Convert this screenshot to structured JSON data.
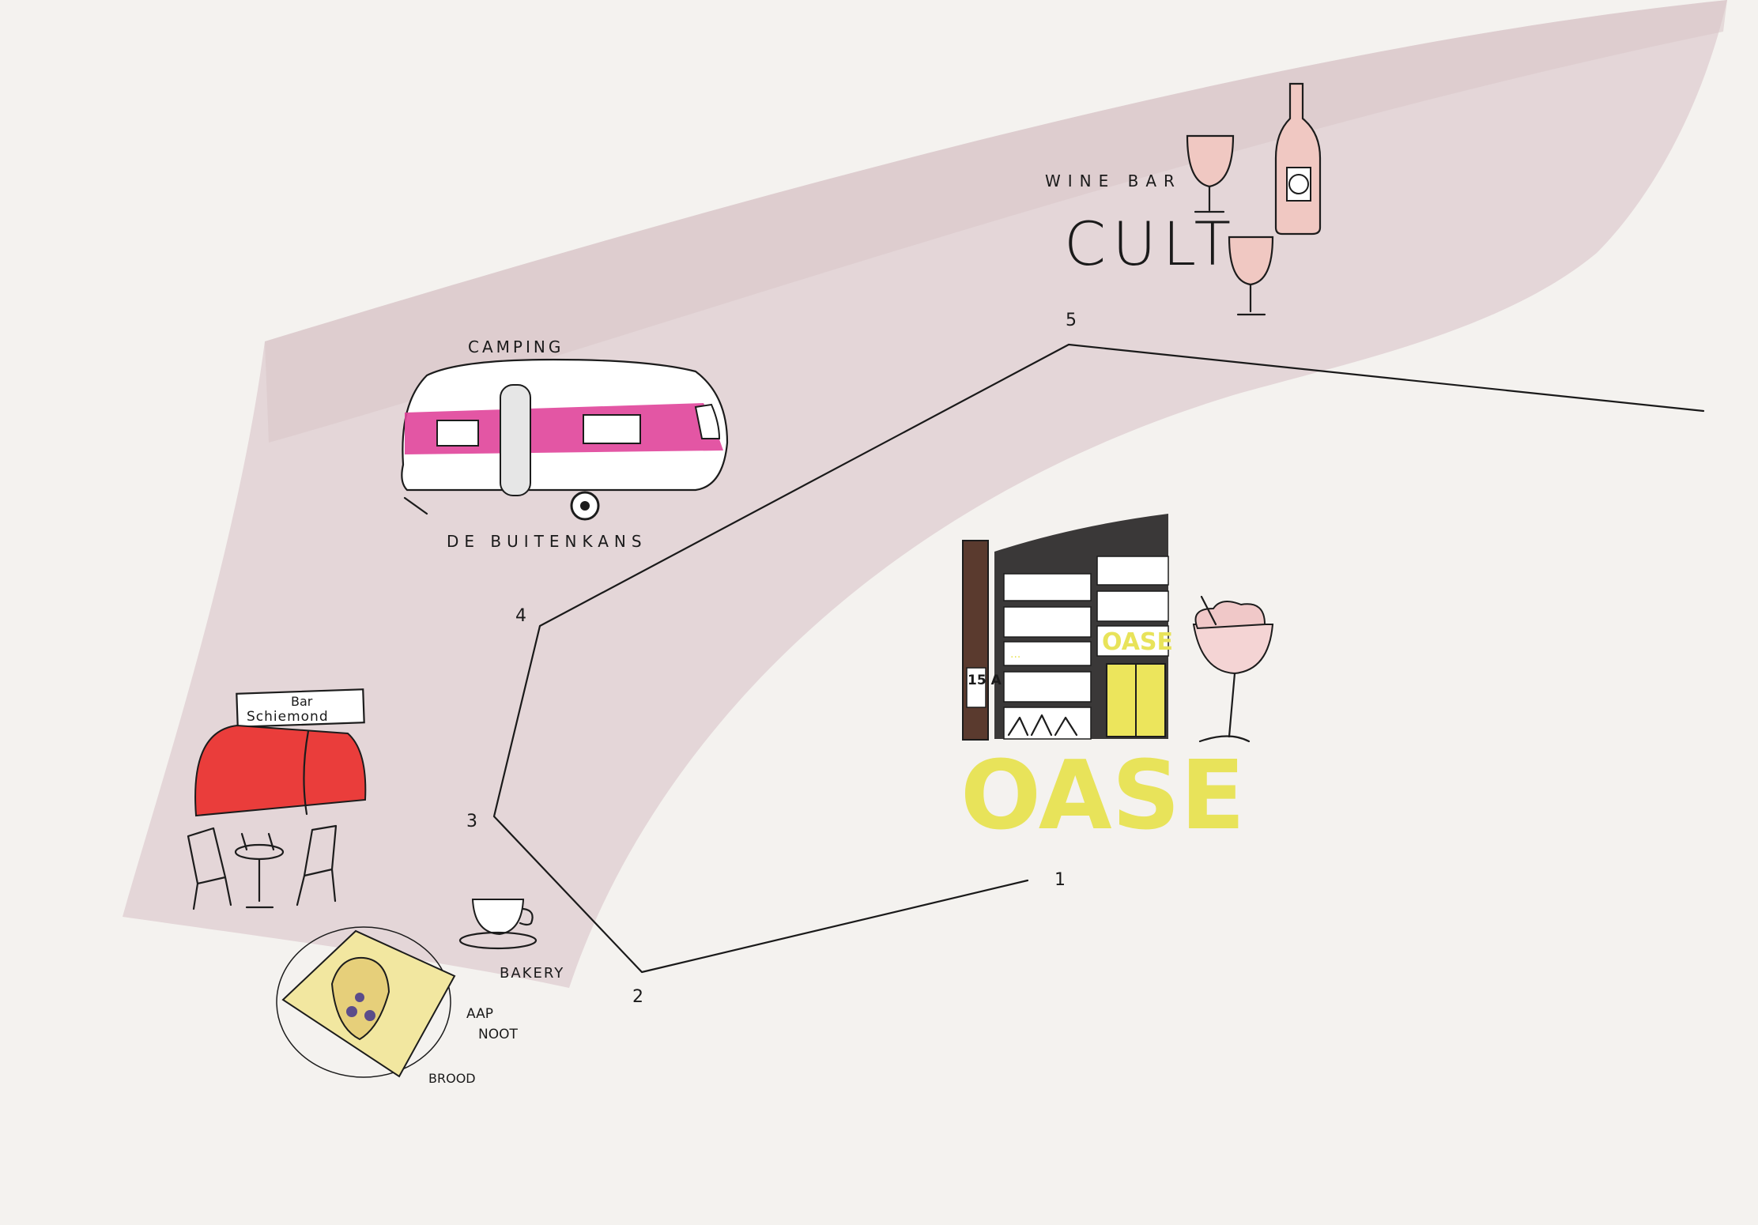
{
  "map": {
    "colors": {
      "background": "#f4f2ef",
      "zone": "#e4d6d8",
      "zone_band": "#d8c6c9",
      "route": "#1a1a1a",
      "caravan_stripe": "#e0449a",
      "awning": "#ea3d3b",
      "oase_yellow": "#e8e35a",
      "building_dark": "#3a3838",
      "door_yellow": "#ece55c",
      "bakery_plate": "#f2e7a0",
      "wine_pink": "#f0c8c2"
    },
    "route_stops": [
      "1",
      "2",
      "3",
      "4",
      "5"
    ],
    "places": {
      "cult": {
        "label_top": "WINE BAR",
        "name": "CULT",
        "icons": [
          "wine-glass-icon",
          "wine-bottle-icon"
        ]
      },
      "camping": {
        "label_top": "CAMPING",
        "name": "DE BUITENKANS",
        "icon": "caravan-icon"
      },
      "bar": {
        "sign_line1": "Bar",
        "sign_line2": "Schiemond",
        "icons": [
          "awning-icon",
          "terrace-chairs-icon"
        ]
      },
      "oase": {
        "name": "OASE",
        "sign": "OASE",
        "house_number": "15 A",
        "window_text": "...",
        "icons": [
          "building-icon",
          "cocktail-glass-icon"
        ]
      },
      "bakery": {
        "label": "BAKERY",
        "name_line1": "AAP",
        "name_line2": "NOOT",
        "name_line3": "BROOD",
        "icons": [
          "coffee-cup-icon",
          "croissant-plate-icon"
        ]
      }
    }
  }
}
